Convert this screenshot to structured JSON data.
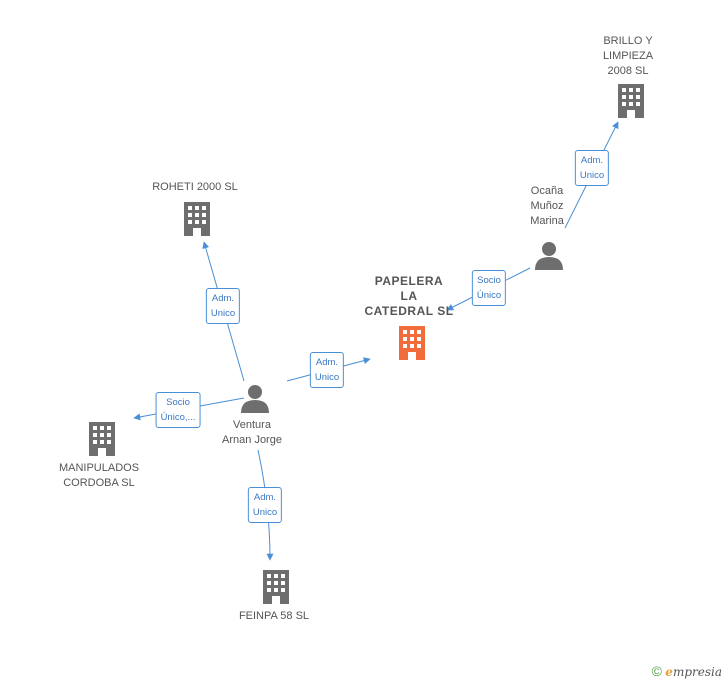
{
  "nodes": {
    "center": {
      "lines": [
        "PAPELERA",
        "LA",
        "CATEDRAL SL"
      ]
    },
    "roheti": {
      "lines": [
        "ROHETI 2000 SL"
      ]
    },
    "brillo": {
      "lines": [
        "BRILLO Y",
        "LIMPIEZA",
        "2008 SL"
      ]
    },
    "manipulados": {
      "lines": [
        "MANIPULADOS",
        "CORDOBA SL"
      ]
    },
    "feinpa": {
      "lines": [
        "FEINPA 58 SL"
      ]
    },
    "ventura": {
      "lines": [
        "Ventura",
        "Arnan Jorge"
      ]
    },
    "ocana": {
      "lines": [
        "Ocaña",
        "Muñoz",
        "Marina"
      ]
    }
  },
  "edges": {
    "ocana_brillo": [
      "Adm.",
      "Unico"
    ],
    "ocana_center": [
      "Socio",
      "Único"
    ],
    "ventura_center": [
      "Adm.",
      "Unico"
    ],
    "ventura_roheti": [
      "Adm.",
      "Unico"
    ],
    "ventura_manipulados": [
      "Socio",
      "Único,..."
    ],
    "ventura_feinpa": [
      "Adm.",
      "Unico"
    ]
  },
  "footer": {
    "copyright": "©",
    "brand_initial": "e",
    "brand_rest": "mpresia"
  },
  "colors": {
    "center_building": "#f26b3a",
    "building": "#6e6e6e",
    "person": "#6e6e6e",
    "edge": "#4a8fd6"
  }
}
